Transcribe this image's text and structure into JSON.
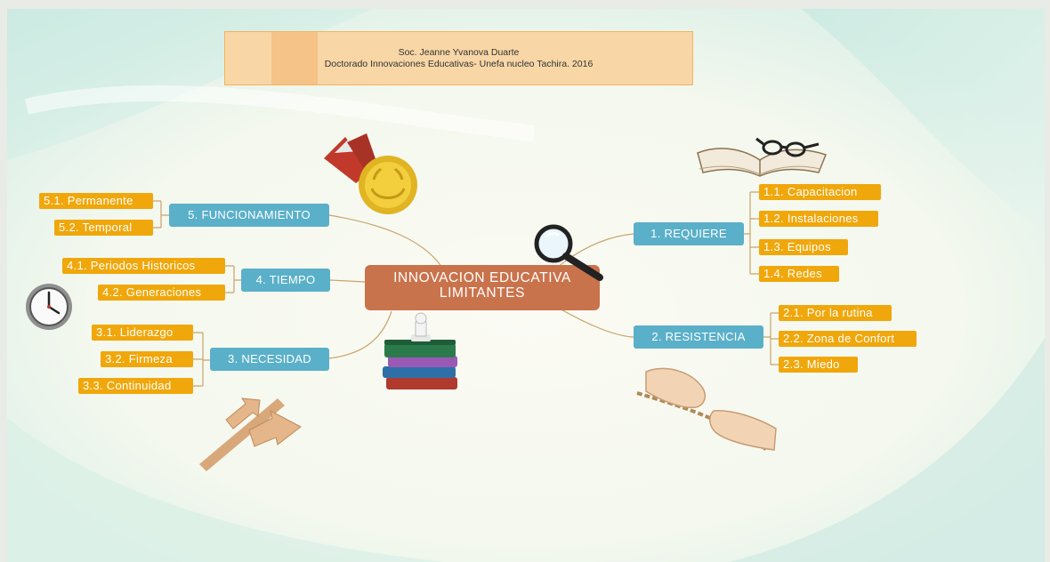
{
  "header": {
    "author": "Soc. Jeanne Yvanova Duarte",
    "program": "Doctorado Innovaciones Educativas- Unefa nucleo Tachira. 2016"
  },
  "central": {
    "line1": "INNOVACION EDUCATIVA",
    "line2": "LIMITANTES"
  },
  "branches": [
    {
      "label": "1. REQUIERE",
      "leaves": [
        "1.1. Capacitacion",
        "1.2. Instalaciones",
        "1.3. Equipos",
        "1.4. Redes"
      ]
    },
    {
      "label": "2. RESISTENCIA",
      "leaves": [
        "2.1. Por la rutina",
        "2.2. Zona de Confort",
        "2.3. Miedo"
      ]
    },
    {
      "label": "3. NECESIDAD",
      "leaves": [
        "3.1. Liderazgo",
        "3.2. Firmeza",
        "3.3. Continuidad"
      ]
    },
    {
      "label": "4. TIEMPO",
      "leaves": [
        "4.1. Periodos Historicos",
        "4.2. Generaciones"
      ]
    },
    {
      "label": "5. FUNCIONAMIENTO",
      "leaves": [
        "5.1. Permanente",
        "5.2. Temporal"
      ]
    }
  ],
  "colors": {
    "branch": "#5ab0c9",
    "leaf": "#f0a70b",
    "central": "#c9734c",
    "connector": "#c9a36a"
  },
  "icons": [
    "medal-icon",
    "open-book-glasses-icon",
    "magnifying-glass-icon",
    "clock-icon",
    "books-chess-icon",
    "rope-pull-hands-icon",
    "wooden-signpost-icon"
  ]
}
